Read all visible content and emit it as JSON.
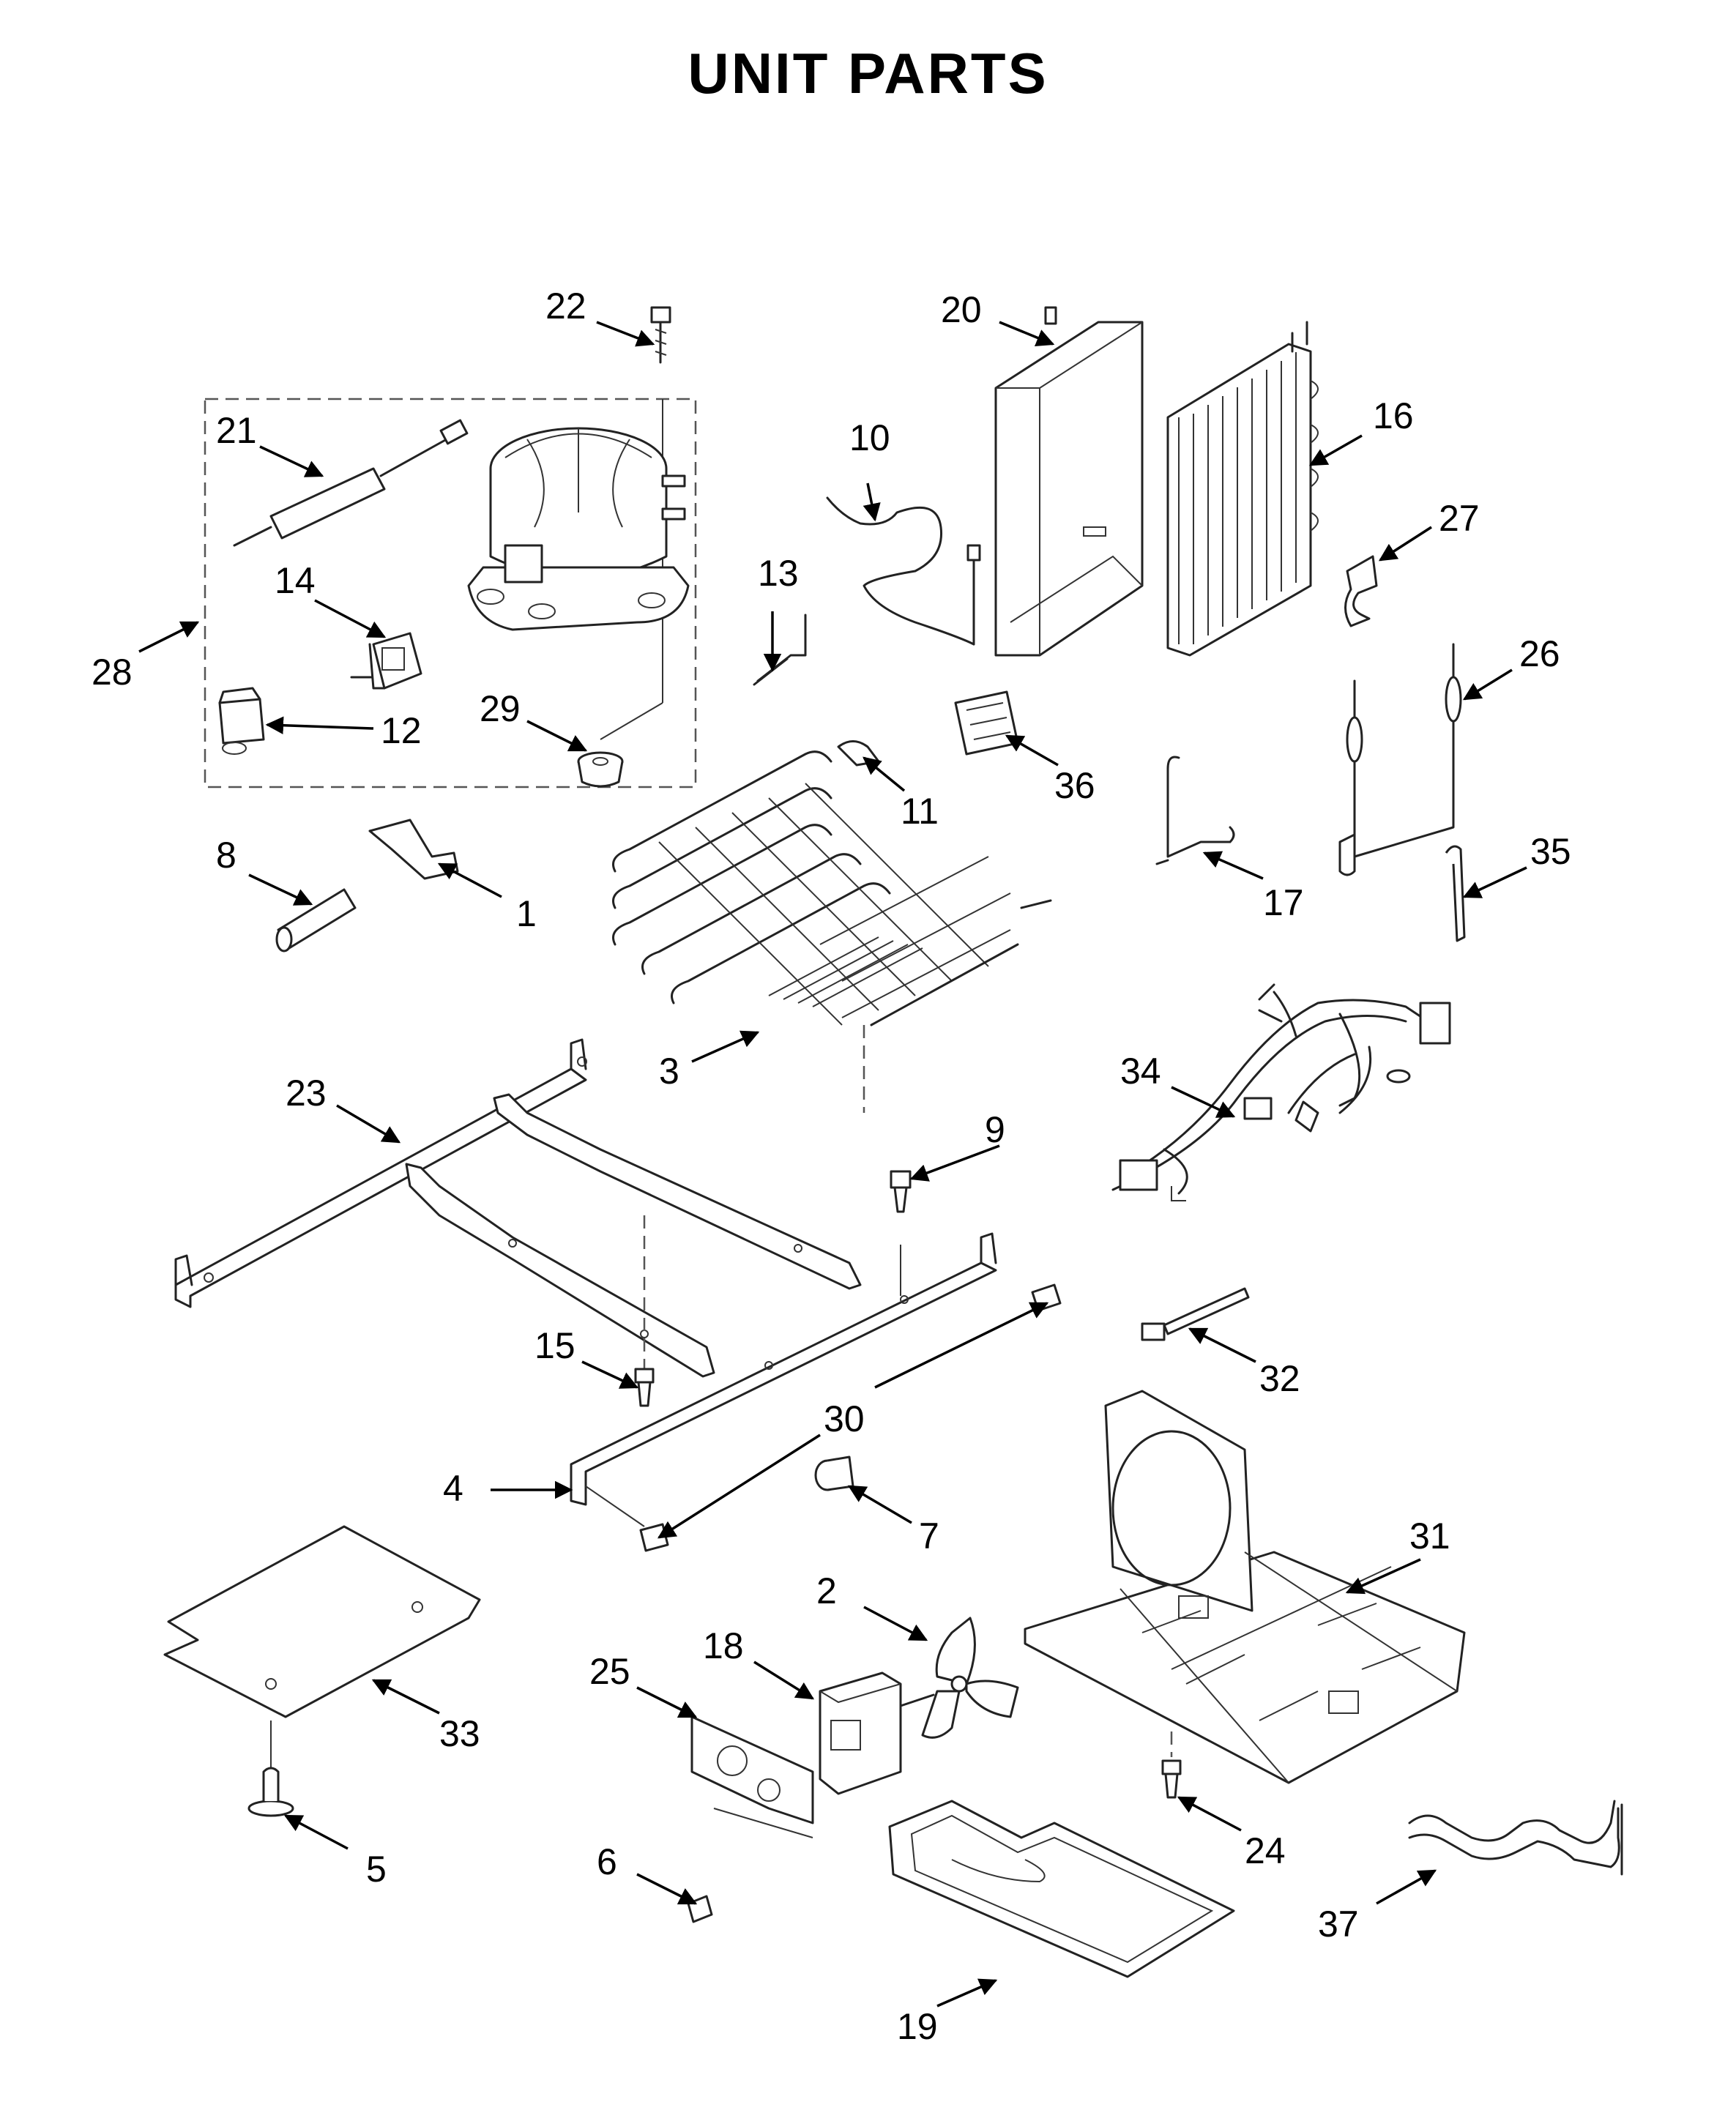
{
  "title": "UNIT PARTS",
  "callouts": [
    "1",
    "2",
    "3",
    "4",
    "5",
    "6",
    "7",
    "8",
    "9",
    "10",
    "11",
    "12",
    "13",
    "14",
    "15",
    "16",
    "17",
    "18",
    "19",
    "20",
    "21",
    "22",
    "23",
    "24",
    "25",
    "26",
    "27",
    "28",
    "29",
    "30",
    "31",
    "32",
    "33",
    "34",
    "35",
    "36",
    "37"
  ]
}
